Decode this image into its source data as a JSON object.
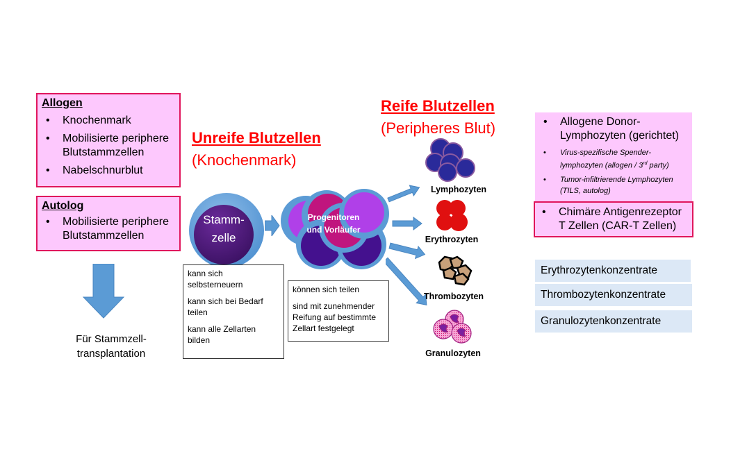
{
  "left": {
    "allogen": {
      "title": "Allogen",
      "items": [
        "Knochenmark",
        "Mobilisierte periphere Blutstammzellen",
        "Nabelschnurblut"
      ]
    },
    "autolog": {
      "title": "Autolog",
      "items": [
        "Mobilisierte periphere Blutstammzellen"
      ]
    },
    "arrow_caption_line1": "Für Stammzell-",
    "arrow_caption_line2": "transplantation"
  },
  "immature": {
    "title": "Unreife Blutzellen",
    "subtitle": "(Knochenmark)",
    "stem_cell_line1": "Stamm-",
    "stem_cell_line2": "zelle",
    "stem_notes": [
      "kann sich selbsterneuern",
      "kann sich bei Bedarf teilen",
      "kann alle Zellarten bilden"
    ],
    "progenitor_line1": "Progenitoren",
    "progenitor_line2": "und Vorläufer",
    "progenitor_notes": [
      "können sich teilen",
      "sind mit zunehmender Reifung auf bestimmte Zellart festgelegt"
    ]
  },
  "mature": {
    "title": "Reife Blutzellen",
    "subtitle": "(Peripheres Blut)",
    "cells": [
      {
        "label": "Lymphozyten",
        "icon": "lymphocyte-cluster"
      },
      {
        "label": "Erythrozyten",
        "icon": "erythrocyte-cluster"
      },
      {
        "label": "Thrombozyten",
        "icon": "platelet-cluster"
      },
      {
        "label": "Granulozyten",
        "icon": "granulocyte-cluster"
      }
    ]
  },
  "right": {
    "lymph_items": [
      {
        "text": "Allogene Donor-Lymphozyten (gerichtet)",
        "style": "normal"
      },
      {
        "text": "Virus-spezifische Spender-lymphozyten (allogen / 3",
        "sup": "rd",
        "after": " party)",
        "style": "italic"
      },
      {
        "text": "Tumor-infiltrierende Lymphozyten (TILS, autolog)",
        "style": "italic"
      }
    ],
    "car_t": "Chimäre Antigenrezeptor T Zellen (CAR-T Zellen)",
    "concentrates": [
      "Erythrozytenkonzentrate",
      "Thrombozytenkonzentrate",
      "Granulozytenkonzentrate"
    ]
  },
  "colors": {
    "red_title": "#ff0000",
    "pink_fill": "#fdc8fd",
    "pink_border": "#e0165c",
    "blue_arrow": "#5b9bd5",
    "blue_box": "#dce8f6"
  }
}
